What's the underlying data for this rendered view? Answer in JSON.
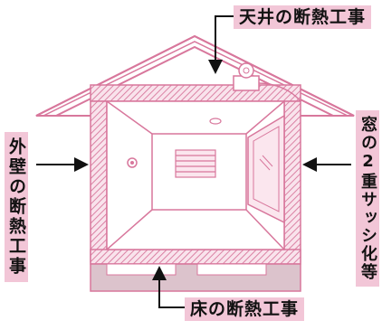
{
  "labels": {
    "ceiling": "天井の断熱工事",
    "wall": "外壁の断熱工事",
    "window": "窓の2重サッシ化等",
    "floor": "床の断熱工事"
  },
  "colors": {
    "line": "#d8779c",
    "fill": "#f3cadb",
    "floor_fill": "#dcc3cc",
    "label_bg": "#f2c6d7",
    "arrow": "#111111"
  }
}
